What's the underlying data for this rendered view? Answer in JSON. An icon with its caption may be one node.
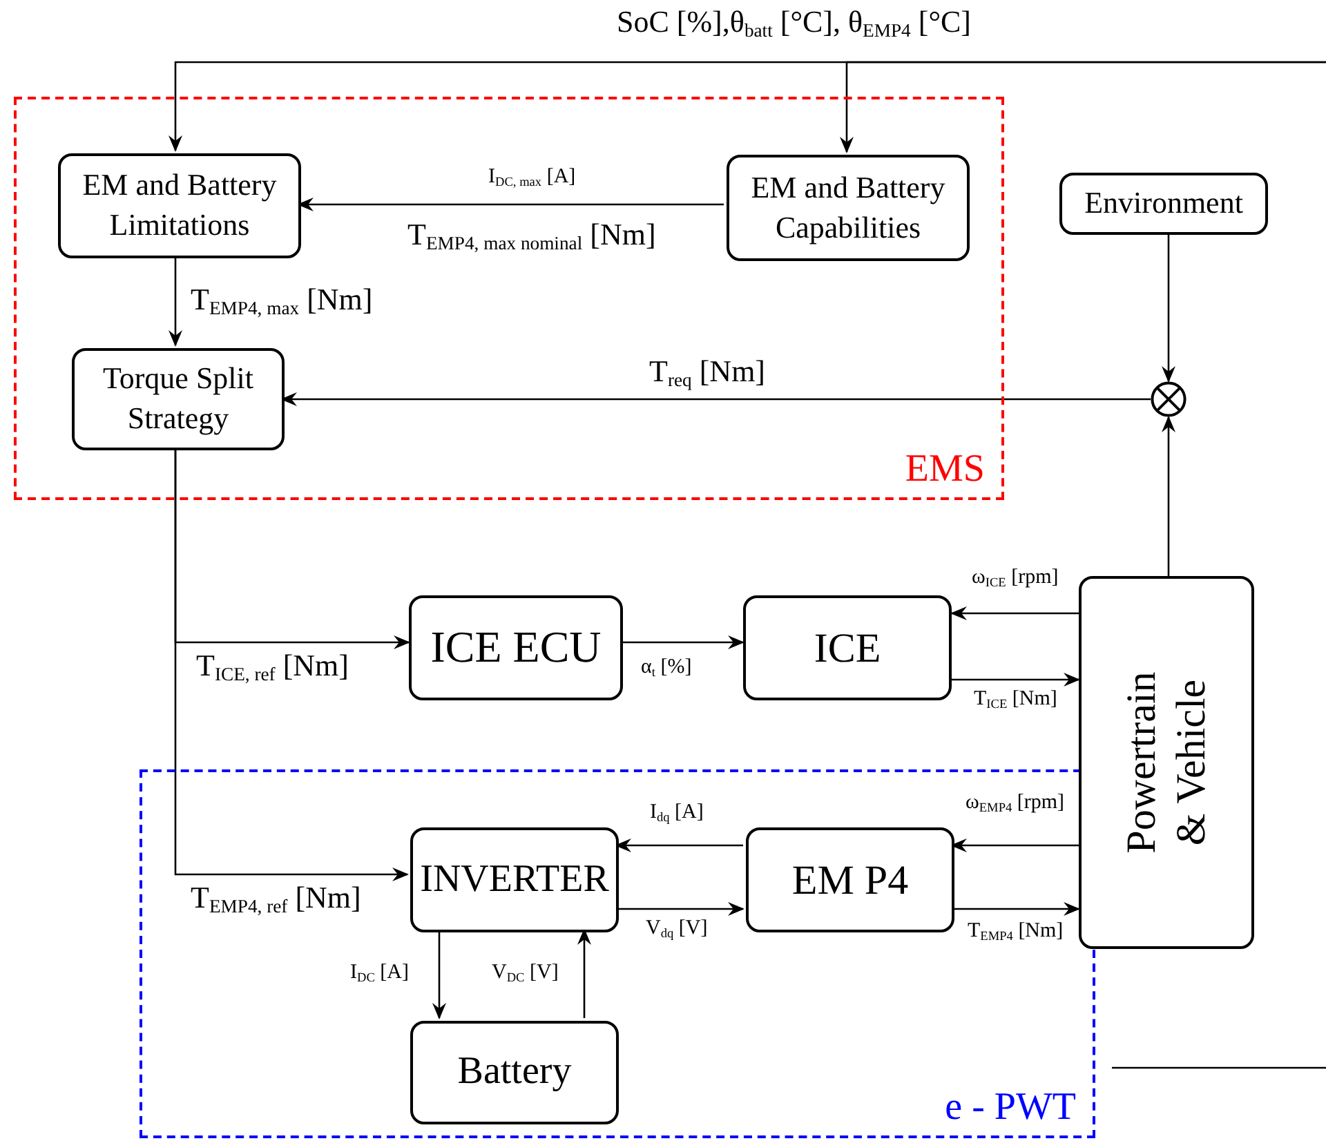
{
  "diagram": {
    "nodes": [
      {
        "text": [
          "EMS"
        ]
      },
      {
        "text": [
          "EM and Battery Limitations"
        ],
        "in": 0
      },
      {
        "text": [
          "EM and Battery Capabilities"
        ],
        "in": 0
      },
      {
        "text": [
          "Torque Split Strategy"
        ],
        "in": 0
      },
      {
        "text": [
          "Environment"
        ]
      },
      {
        "text": [],
        "shape": "circle"
      },
      {
        "text": [
          "e - PWT"
        ]
      },
      {
        "text": [
          "ICE ECU"
        ]
      },
      {
        "text": [
          "ICE"
        ]
      },
      {
        "text": [
          "INVERTER"
        ],
        "in": 6
      },
      {
        "text": [
          "EM P4"
        ],
        "in": 6
      },
      {
        "text": [
          "Battery"
        ],
        "in": 6
      },
      {
        "text": [
          "Powertrain & Vehicle"
        ]
      }
    ],
    "edges": [
      {
        "from": null,
        "to": 1,
        "arrow": "to"
      },
      {
        "from": null,
        "to": 2,
        "arrow": "to",
        "label": "SoC [%],θ$_{batt}$ [°C], θ$_{EMP4}$ [°C]"
      },
      {
        "from": 2,
        "to": 1,
        "arrow": "to",
        "label": "I$_{DC, max}$ [A]"
      },
      {
        "from": 1,
        "to": 3,
        "arrow": "to",
        "label": "T$_{EMP4, max}$ [Nm]"
      },
      {
        "from": 5,
        "to": 3,
        "arrow": "to",
        "label": "T$_{req}$ [Nm]"
      },
      {
        "from": 4,
        "to": 5,
        "arrow": "to"
      },
      {
        "from": 12,
        "to": 5,
        "arrow": "to"
      },
      {
        "from": 3,
        "to": 7,
        "arrow": "to",
        "label": "T$_{ICE, ref}$ [Nm]"
      },
      {
        "from": 3,
        "to": 9,
        "arrow": "to",
        "label": "T$_{EMP4, ref}$ [Nm]"
      },
      {
        "from": 7,
        "to": 8,
        "arrow": "to",
        "label": "α$_{t}$ [%]"
      },
      {
        "from": 12,
        "to": 8,
        "arrow": "to",
        "label": "ω$_{ICE}$ [rpm]"
      },
      {
        "from": 8,
        "to": 12,
        "arrow": "to",
        "label": "T$_{ICE}$ [Nm]"
      },
      {
        "from": 10,
        "to": 9,
        "arrow": "to",
        "label": "I$_{dq}$ [A]"
      },
      {
        "from": 9,
        "to": 10,
        "arrow": "to",
        "label": "V$_{dq}$ [V]"
      },
      {
        "from": 12,
        "to": 10,
        "arrow": "to",
        "label": "ω$_{EMP4}$ [rpm]"
      },
      {
        "from": 10,
        "to": 12,
        "arrow": "to",
        "label": "T$_{EMP4}$ [Nm]"
      },
      {
        "from": 9,
        "to": 11,
        "arrow": "to",
        "label": "I$_{DC}$ [A]"
      },
      {
        "from": 11,
        "to": 9,
        "arrow": "to",
        "label": "V$_{DC}$ [V]"
      }
    ],
    "labels": [
      "T$_{EMP4, max nominal}$ [Nm]"
    ]
  }
}
